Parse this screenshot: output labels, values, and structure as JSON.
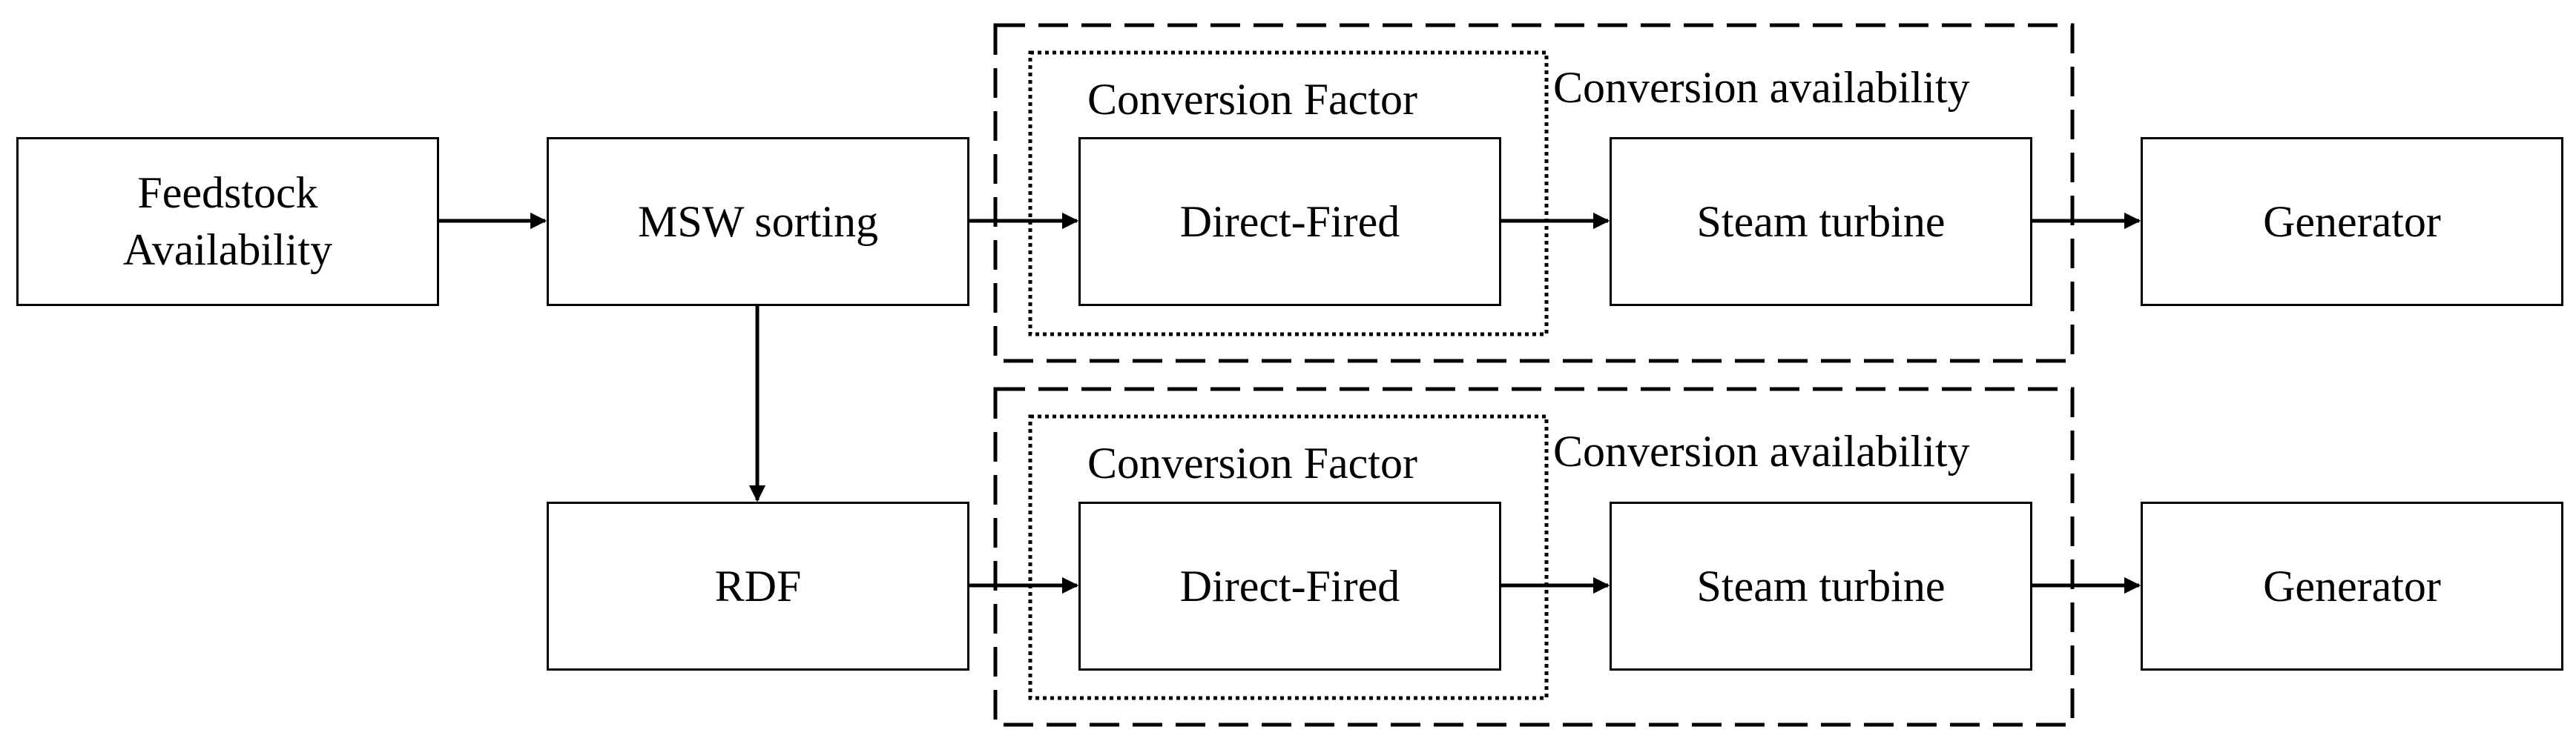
{
  "diagram": {
    "nodes": {
      "feedstock": "Feedstock\nAvailability",
      "msw_sorting": "MSW sorting",
      "rdf": "RDF",
      "direct_fired_top": "Direct-Fired",
      "steam_turbine_top": "Steam turbine",
      "generator_top": "Generator",
      "direct_fired_bottom": "Direct-Fired",
      "steam_turbine_bottom": "Steam turbine",
      "generator_bottom": "Generator"
    },
    "groups": {
      "top": {
        "conversion_factor_label": "Conversion Factor",
        "conversion_availability_label": "Conversion availability"
      },
      "bottom": {
        "conversion_factor_label": "Conversion Factor",
        "conversion_availability_label": "Conversion availability"
      }
    },
    "colors": {
      "stroke": "#000000",
      "background": "#ffffff"
    }
  }
}
